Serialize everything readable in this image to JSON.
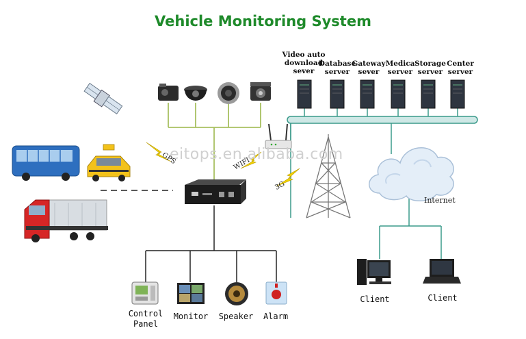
{
  "title": "Vehicle Monitoring System",
  "servers": [
    {
      "label": "Video auto\ndownload\nsever"
    },
    {
      "label": "Database\nserver"
    },
    {
      "label": "Gateway\nsever"
    },
    {
      "label": "Medica\nserver"
    },
    {
      "label": "Storage\nserver"
    },
    {
      "label": "Center\nserver"
    }
  ],
  "links": {
    "gps": "GPS",
    "wifi": "WIFI",
    "g3": "3G",
    "internet": "Internet"
  },
  "peripherals": [
    {
      "label": "Control\nPanel",
      "icon": "control-panel-icon"
    },
    {
      "label": "Monitor",
      "icon": "monitor-icon"
    },
    {
      "label": "Speaker",
      "icon": "speaker-icon"
    },
    {
      "label": "Alarm",
      "icon": "alarm-icon"
    }
  ],
  "clients": [
    {
      "label": "Client",
      "icon": "desktop-computer-icon"
    },
    {
      "label": "Client",
      "icon": "laptop-icon"
    }
  ],
  "watermark": "eitops.en.alibaba.com",
  "colors": {
    "title": "#1e8a2a",
    "wire_green": "#a8c060",
    "wire_teal": "#3a9a8a",
    "bus": "#cfe8e6"
  }
}
